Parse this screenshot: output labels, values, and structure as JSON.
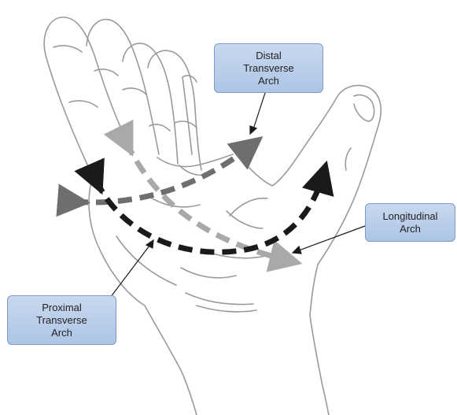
{
  "colors": {
    "outline": "#9a9a9a",
    "arrow_black": "#1a1a1a",
    "arrow_dark_gray": "#6e6e6e",
    "arrow_light_gray": "#a9a9a9",
    "box_fill": "#b8cce8",
    "box_border": "#7d9ac4"
  },
  "labels": {
    "distal": [
      "Distal",
      "Transverse",
      "Arch"
    ],
    "longitudinal": [
      "Longitudinal",
      "Arch"
    ],
    "proximal": [
      "Proximal",
      "Transverse",
      "Arch"
    ]
  }
}
